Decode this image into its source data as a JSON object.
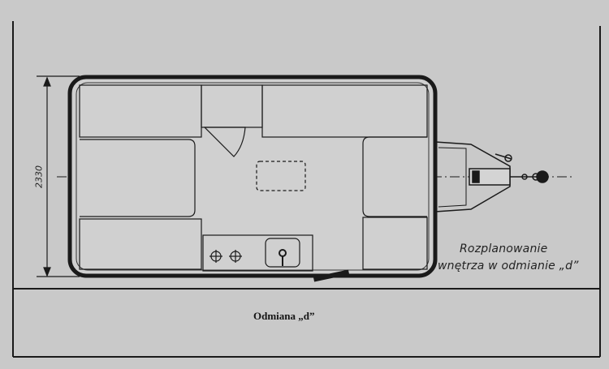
{
  "figure": {
    "caption": "Odmiana „d”",
    "note_line1": "Rozplanowanie",
    "note_line2": "wnętrza w odmianie „d”",
    "dimension_label": "2330"
  },
  "colors": {
    "paper": "#c9c9c9",
    "ink": "#1a1a1a",
    "fill": "#d2d2d2"
  }
}
